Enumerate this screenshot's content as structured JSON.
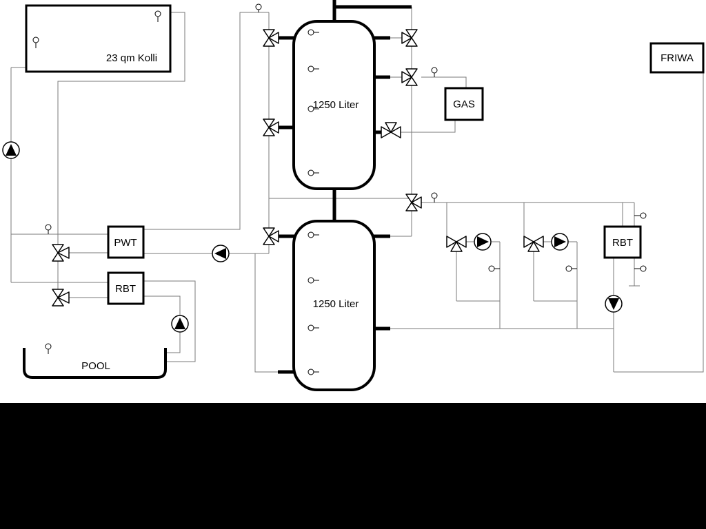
{
  "diagram": {
    "colors": {
      "background": "#ffffff",
      "pipe": "#7a7a7a",
      "component": "#000000",
      "footer_band": "#000000"
    },
    "labels": {
      "collector": "23 qm Kolli",
      "tank1": "1250 Liter",
      "tank2": "1250 Liter",
      "gas": "GAS",
      "friwa": "FRIWA",
      "pwt": "PWT",
      "rbt_left": "RBT",
      "rbt_right": "RBT",
      "pool": "POOL"
    }
  }
}
